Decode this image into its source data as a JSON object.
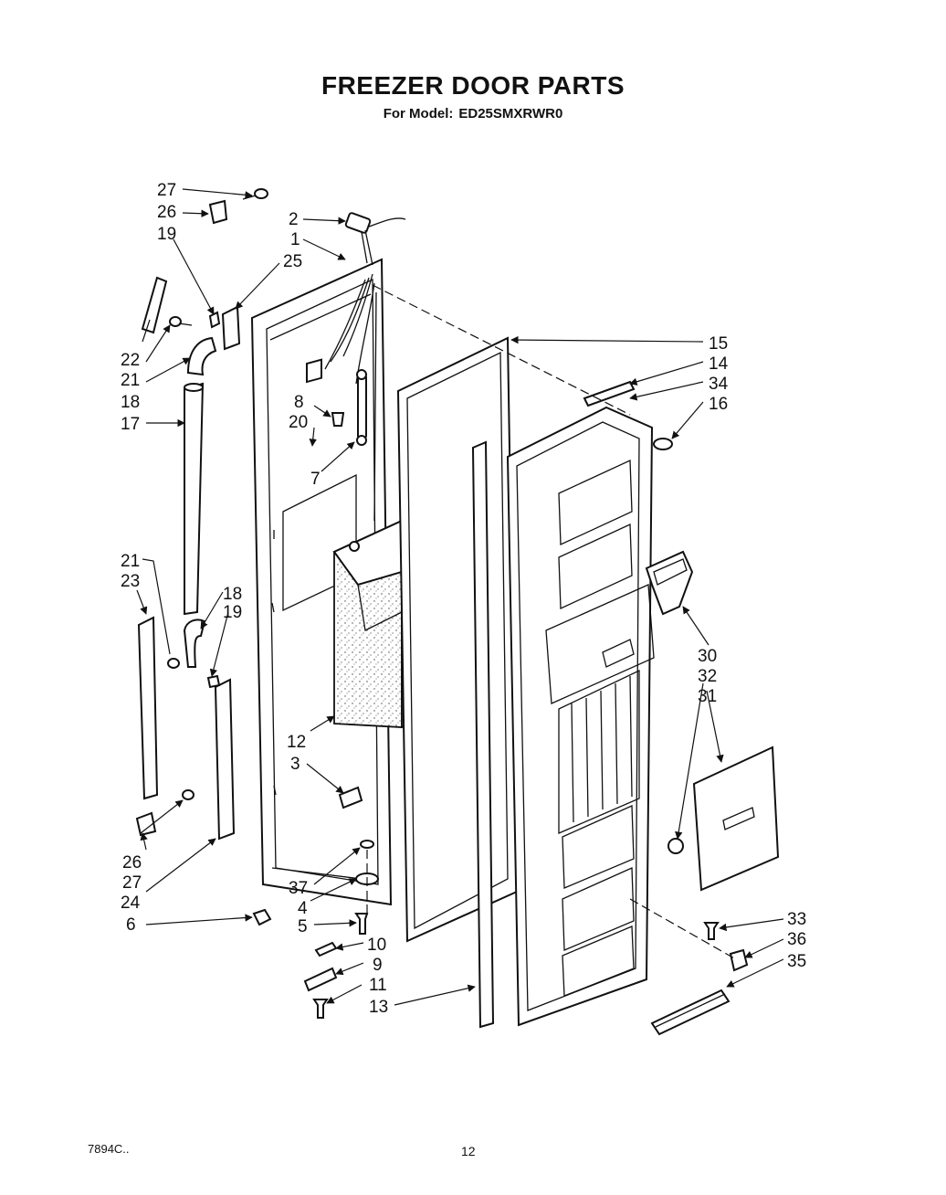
{
  "title": "FREEZER DOOR PARTS",
  "model_prefix": "For Model:",
  "model_number": "ED25SMXRWR0",
  "callouts": [
    {
      "id": "27a",
      "text": "27"
    },
    {
      "id": "26a",
      "text": "26"
    },
    {
      "id": "19a",
      "text": "19"
    },
    {
      "id": "2",
      "text": "2"
    },
    {
      "id": "1",
      "text": "1"
    },
    {
      "id": "25",
      "text": "25"
    },
    {
      "id": "22",
      "text": "22"
    },
    {
      "id": "21a",
      "text": "21"
    },
    {
      "id": "18a",
      "text": "18"
    },
    {
      "id": "17",
      "text": "17"
    },
    {
      "id": "8",
      "text": "8"
    },
    {
      "id": "20",
      "text": "20"
    },
    {
      "id": "7",
      "text": "7"
    },
    {
      "id": "15",
      "text": "15"
    },
    {
      "id": "14",
      "text": "14"
    },
    {
      "id": "34",
      "text": "34"
    },
    {
      "id": "16",
      "text": "16"
    },
    {
      "id": "21b",
      "text": "21"
    },
    {
      "id": "23",
      "text": "23"
    },
    {
      "id": "18b",
      "text": "18"
    },
    {
      "id": "19b",
      "text": "19"
    },
    {
      "id": "30",
      "text": "30"
    },
    {
      "id": "32",
      "text": "32"
    },
    {
      "id": "31",
      "text": "31"
    },
    {
      "id": "12",
      "text": "12"
    },
    {
      "id": "3",
      "text": "3"
    },
    {
      "id": "26b",
      "text": "26"
    },
    {
      "id": "27b",
      "text": "27"
    },
    {
      "id": "24",
      "text": "24"
    },
    {
      "id": "37",
      "text": "37"
    },
    {
      "id": "4",
      "text": "4"
    },
    {
      "id": "6",
      "text": "6"
    },
    {
      "id": "5",
      "text": "5"
    },
    {
      "id": "10",
      "text": "10"
    },
    {
      "id": "9",
      "text": "9"
    },
    {
      "id": "11",
      "text": "11"
    },
    {
      "id": "13",
      "text": "13"
    },
    {
      "id": "33",
      "text": "33"
    },
    {
      "id": "36",
      "text": "36"
    },
    {
      "id": "35",
      "text": "35"
    }
  ],
  "footer_code": "7894C..",
  "page_number": "12"
}
